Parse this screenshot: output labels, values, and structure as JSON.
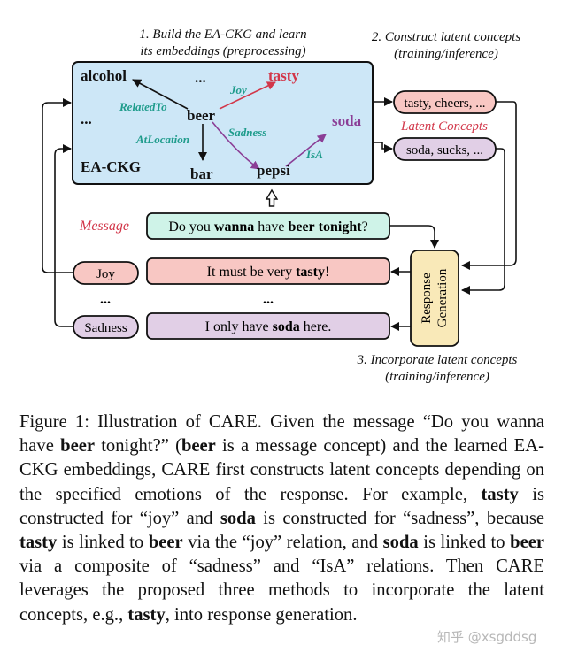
{
  "header": {
    "step1": [
      "1. Build the EA-CKG and learn",
      "its embeddings (preprocessing)"
    ],
    "step2": [
      "2. Construct latent concepts",
      "(training/inference)"
    ],
    "step3": [
      "3. Incorporate latent concepts",
      "(training/inference)"
    ]
  },
  "kg": {
    "label": "EA-CKG",
    "nodes": {
      "alcohol": "alcohol",
      "beer": "beer",
      "tasty": "tasty",
      "soda": "soda",
      "bar": "bar",
      "pepsi": "pepsi",
      "dots_top": "...",
      "dots_left": "..."
    },
    "edges": {
      "related_to": "RelatedTo",
      "joy": "Joy",
      "at_location": "AtLocation",
      "sadness": "Sadness",
      "isa": "IsA"
    }
  },
  "latent": {
    "title": "Latent Concepts",
    "joy_concepts": "tasty, cheers, ...",
    "sad_concepts": "soda, sucks, ..."
  },
  "message": {
    "label": "Message",
    "parts": [
      "Do you ",
      "wanna",
      " have ",
      "beer",
      " ",
      "tonight",
      "?"
    ]
  },
  "responses": {
    "joy_label": "Joy",
    "joy_parts": [
      "It must be very ",
      "tasty",
      "!"
    ],
    "middle_dots": "...",
    "left_dots": "...",
    "sad_label": "Sadness",
    "sad_parts": [
      "I only have ",
      "soda",
      " here."
    ]
  },
  "generator": {
    "lines": [
      "Response",
      "Generation"
    ]
  },
  "caption": {
    "segments": [
      "Figure 1: Illustration of CARE. Given the message “Do you wanna have ",
      "beer",
      " tonight?” (",
      "beer",
      " is a message concept) and the learned EA-CKG embeddings, CARE first constructs latent concepts depending on the specified emotions of the response. For example, ",
      "tasty",
      " is constructed for “joy” and ",
      "soda",
      " is constructed for “sadness”, because ",
      "tasty",
      " is linked to ",
      "beer",
      " via the “joy” relation, and ",
      "soda",
      " is linked to ",
      "beer",
      " via a composite of “sadness” and “IsA” relations. Then CARE leverages the proposed three methods to incorporate the latent concepts, e.g., ",
      "tasty",
      ", into response generation."
    ]
  },
  "watermark": "知乎 @xsgddsg",
  "colors": {
    "kg_fill": "#cde7f7",
    "red": "#d2374a",
    "purple": "#8b3e96",
    "teal": "#1f9c8c",
    "message_fill": "#cff3e8",
    "joy_fill": "#f8c7c3",
    "sad_fill": "#e1cfe6",
    "generator_fill": "#f9e9b8"
  }
}
